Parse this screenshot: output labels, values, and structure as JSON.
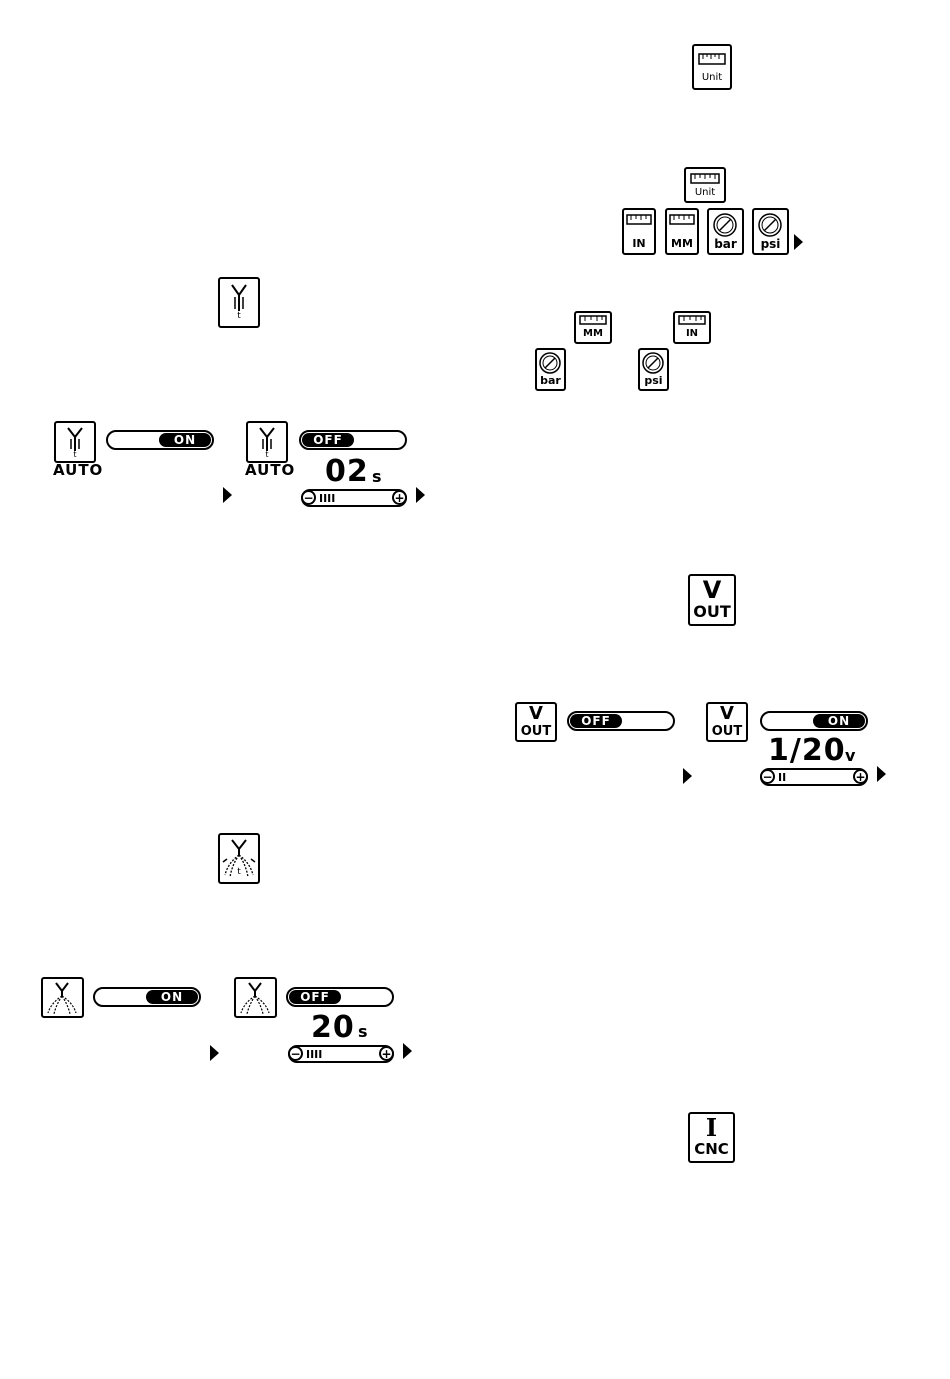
{
  "unit_section": {
    "main_icon_label": "Unit",
    "menu_icon_label": "Unit",
    "options": [
      "IN",
      "MM",
      "bar",
      "psi"
    ],
    "pair_row1": [
      "MM",
      "IN"
    ],
    "pair_row2": [
      "bar",
      "psi"
    ]
  },
  "auto_section": {
    "icon_sub": "t",
    "left": {
      "state": "ON",
      "label": "AUTO"
    },
    "right": {
      "state": "OFF",
      "label": "AUTO",
      "value": "02",
      "unit": "s",
      "level_bars": "IIII"
    }
  },
  "vout_section": {
    "main_icon_top": "V",
    "main_icon_bottom": "OUT",
    "left": {
      "state": "OFF",
      "icon_top": "V",
      "icon_bottom": "OUT"
    },
    "right": {
      "state": "ON",
      "icon_top": "V",
      "icon_bottom": "OUT",
      "value": "1/20",
      "unit": "v",
      "level_bars": "II"
    }
  },
  "spread_section": {
    "icon_sub": "t",
    "left": {
      "state": "ON"
    },
    "right": {
      "state": "OFF",
      "value": "20",
      "unit": "s",
      "level_bars": "IIII"
    }
  },
  "cnc_section": {
    "icon_top": "I",
    "icon_bottom": "CNC"
  },
  "slider_controls": {
    "minus": "−",
    "plus": "+"
  }
}
